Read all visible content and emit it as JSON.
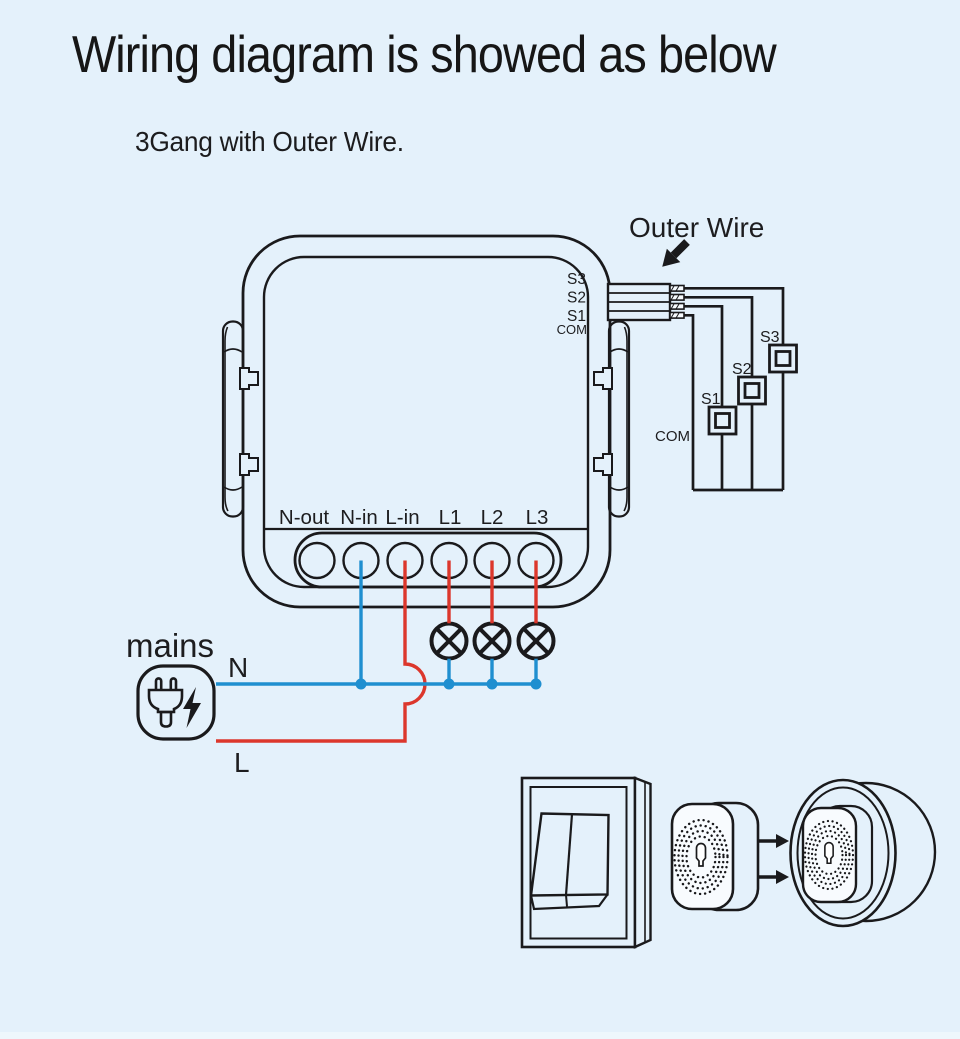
{
  "title": "Wiring diagram is showed as below",
  "subtitle": "3Gang with Outer Wire.",
  "outer_wire": {
    "label": "Outer Wire"
  },
  "module": {
    "signal_terminals": [
      "S3",
      "S2",
      "S1",
      "COM"
    ],
    "power_terminals": [
      "N-out",
      "N-in",
      "L-in",
      "L1",
      "L2",
      "L3"
    ]
  },
  "external_switches": {
    "labels": [
      "S1",
      "S2",
      "S3"
    ],
    "com": "COM"
  },
  "mains": {
    "label": "mains",
    "neutral": "N",
    "live": "L"
  },
  "colors": {
    "background": "#e4f1fb",
    "line": "#1a1a1c",
    "neutral_blue": "#1f8fd0",
    "live_red": "#dc372c"
  }
}
